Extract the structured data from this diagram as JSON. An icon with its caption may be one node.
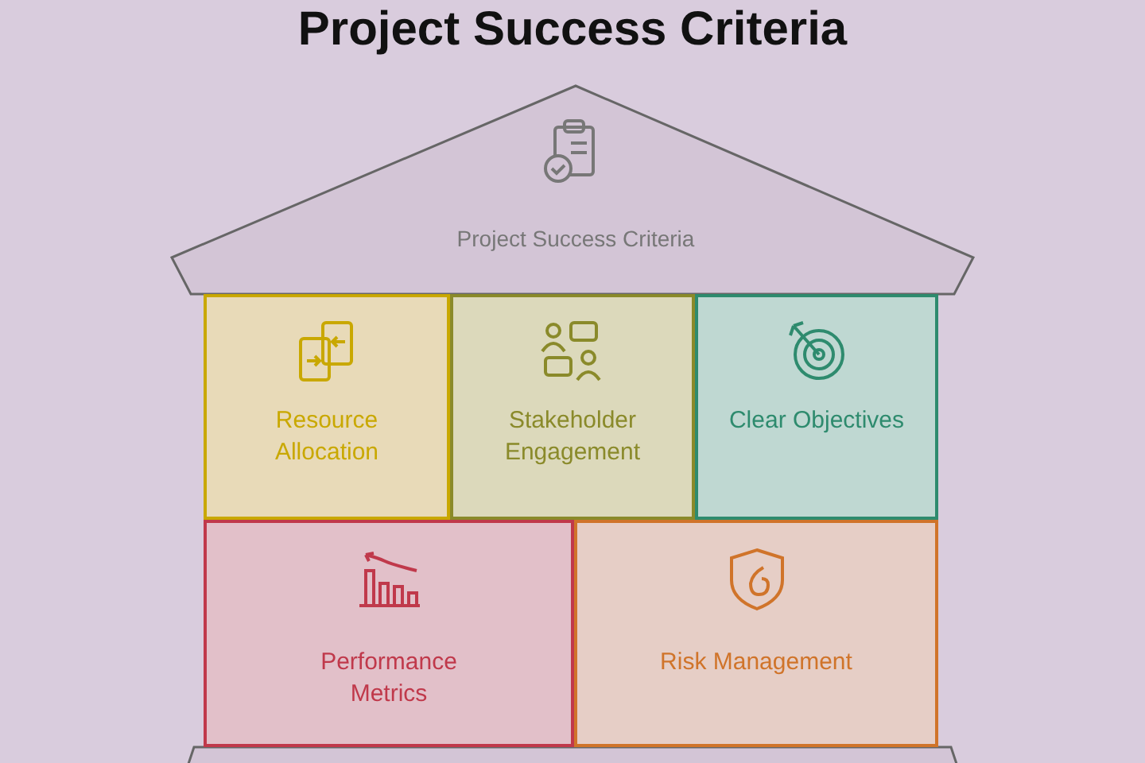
{
  "diagram": {
    "title": "Project Success Criteria",
    "nodes": [
      {
        "text": [
          "Project Success Criteria"
        ]
      },
      {
        "text": [
          "Resource Allocation"
        ]
      },
      {
        "text": [
          "Stakeholder Engagement"
        ]
      },
      {
        "text": [
          "Clear Objectives"
        ]
      },
      {
        "text": [
          "Performance Metrics"
        ]
      },
      {
        "text": [
          "Risk Management"
        ]
      }
    ],
    "edges": []
  }
}
